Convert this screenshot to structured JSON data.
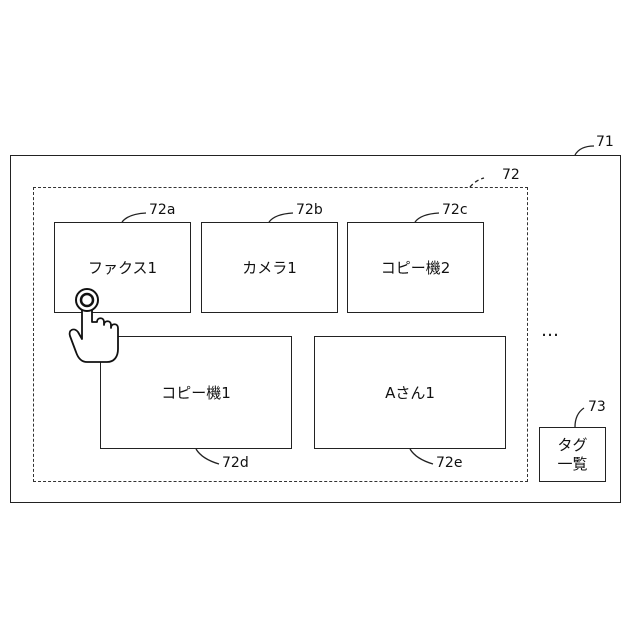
{
  "screen": {
    "ref": "71"
  },
  "tile_group": {
    "ref": "72",
    "more_indicator": "…"
  },
  "tiles": [
    {
      "ref": "72a",
      "label": "ファクス1"
    },
    {
      "ref": "72b",
      "label": "カメラ1"
    },
    {
      "ref": "72c",
      "label": "コピー機2"
    },
    {
      "ref": "72d",
      "label": "コピー機1"
    },
    {
      "ref": "72e",
      "label": "Aさん1"
    }
  ],
  "tag_list_button": {
    "ref": "73",
    "line1": "タグ",
    "line2": "一覧"
  }
}
